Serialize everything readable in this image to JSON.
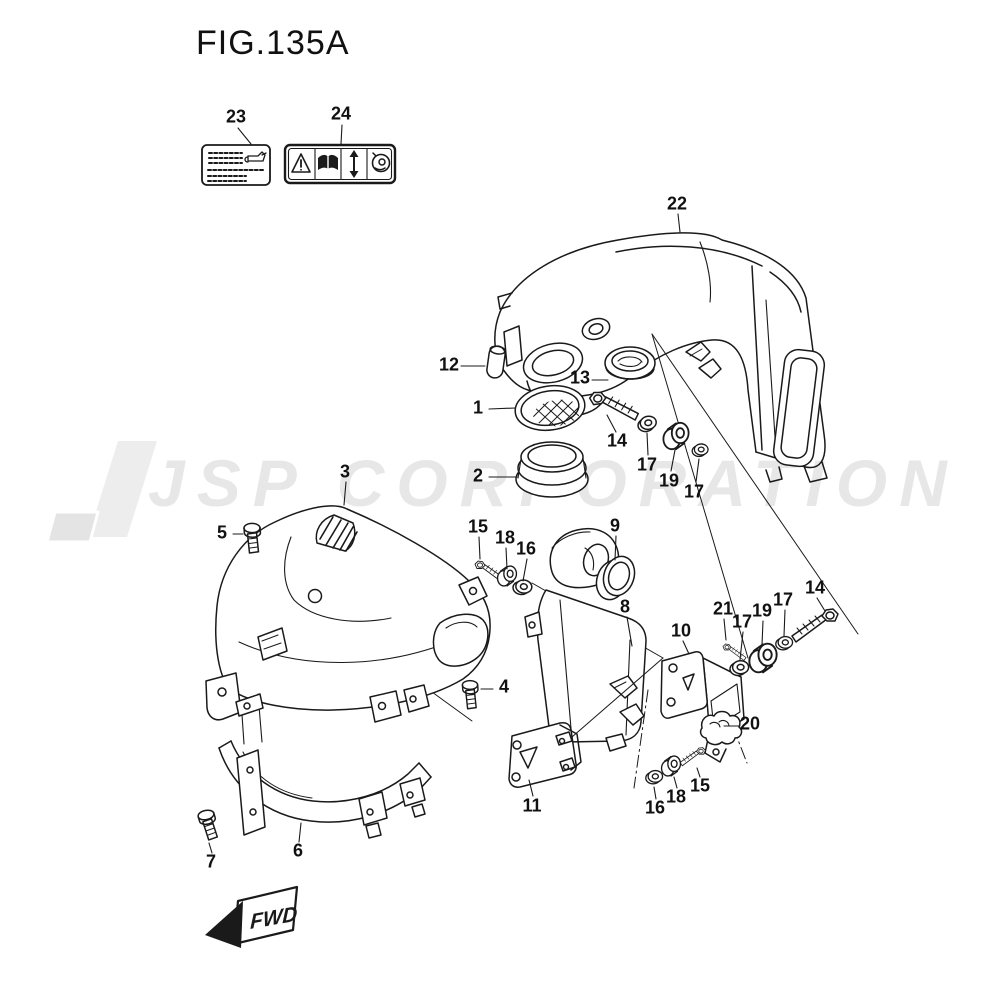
{
  "figure": {
    "title": "FIG.135A",
    "fwd_label": "FWD"
  },
  "watermark": {
    "text": "JSP CORPORATION",
    "color": "#e7e7e7"
  },
  "decals": {
    "caution": {
      "name": "caution-decal",
      "icons": [
        "oil-can-icon",
        "dashed-text-lines"
      ]
    },
    "warning": {
      "name": "warning-decal",
      "icons": [
        "warning-triangle-icon",
        "owners-manual-book-icon",
        "tilt-range-arrow-icon",
        "engine-symbol-icon"
      ]
    }
  },
  "callouts": [
    {
      "num": "23"
    },
    {
      "num": "24"
    },
    {
      "num": "22"
    },
    {
      "num": "12"
    },
    {
      "num": "13"
    },
    {
      "num": "1"
    },
    {
      "num": "14"
    },
    {
      "num": "17"
    },
    {
      "num": "19"
    },
    {
      "num": "17"
    },
    {
      "num": "2"
    },
    {
      "num": "3"
    },
    {
      "num": "5"
    },
    {
      "num": "15"
    },
    {
      "num": "18"
    },
    {
      "num": "16"
    },
    {
      "num": "9"
    },
    {
      "num": "8"
    },
    {
      "num": "10"
    },
    {
      "num": "21"
    },
    {
      "num": "17"
    },
    {
      "num": "19"
    },
    {
      "num": "17"
    },
    {
      "num": "14"
    },
    {
      "num": "20"
    },
    {
      "num": "4"
    },
    {
      "num": "11"
    },
    {
      "num": "16"
    },
    {
      "num": "18"
    },
    {
      "num": "15"
    },
    {
      "num": "7"
    },
    {
      "num": "6"
    }
  ]
}
